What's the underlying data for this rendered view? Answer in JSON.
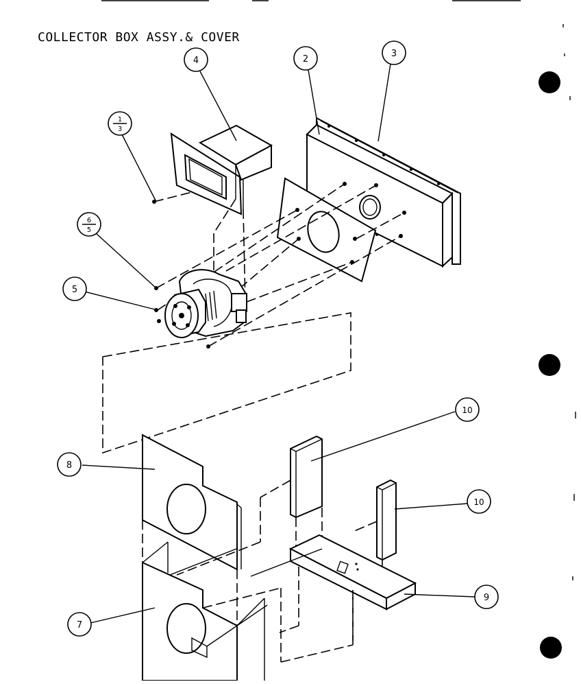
{
  "title": "COLLECTOR BOX ASSY.& COVER",
  "callouts": {
    "c2": "2",
    "c3": "3",
    "c4": "4",
    "c5": "5",
    "c7": "7",
    "c8": "8",
    "c9": "9",
    "c10a": "10",
    "c10b": "10",
    "frac13_num": "1",
    "frac13_den": "3",
    "frac65_num": "6",
    "frac65_den": "5"
  }
}
